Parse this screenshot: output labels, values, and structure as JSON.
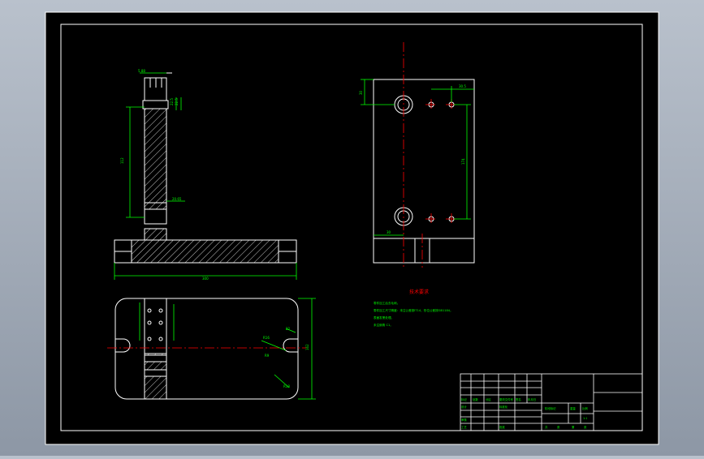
{
  "drawing": {
    "background": "#000000",
    "colors": {
      "outline": "#ffffff",
      "dimension": "#00ff00",
      "hatch": "#ffffff",
      "centerline": "#ff0000",
      "notes_title": "#ff0000",
      "notes_text": "#00ff00",
      "page": "#b3bcc8"
    },
    "dimensions": {
      "front_width": "300",
      "front_height": "112",
      "front_slot_a": "22.5",
      "front_slot_b": "22.5",
      "front_step": "20.65",
      "front_top": "5.88",
      "plan_height": "162",
      "plan_r1": "R16",
      "plan_r2": "R9",
      "plan_chamfer": "R18",
      "plan_notch": "22",
      "side_top": "30",
      "side_right": "30.5",
      "side_height": "174",
      "side_bottom": "30"
    },
    "tech_notes": {
      "title": "技术要求",
      "lines": [
        "零件加工后去毛刺。",
        "零件加工尺寸精度：未注公差按IT14，形位公差按GB1184。",
        "表面发黑处理。",
        "未注倒角 C1。"
      ]
    },
    "title_block": {
      "cells": [
        "标记",
        "处数",
        "分区",
        "更改文件号",
        "签名",
        "年月日",
        "设计",
        "标准化",
        "审核",
        "工艺",
        "批准"
      ],
      "stage_label": "阶段标记",
      "weight_label": "重量",
      "scale_label": "比例",
      "scale_value": "1:1",
      "sheet_labels": [
        "共",
        "张",
        "第",
        "张"
      ]
    }
  }
}
